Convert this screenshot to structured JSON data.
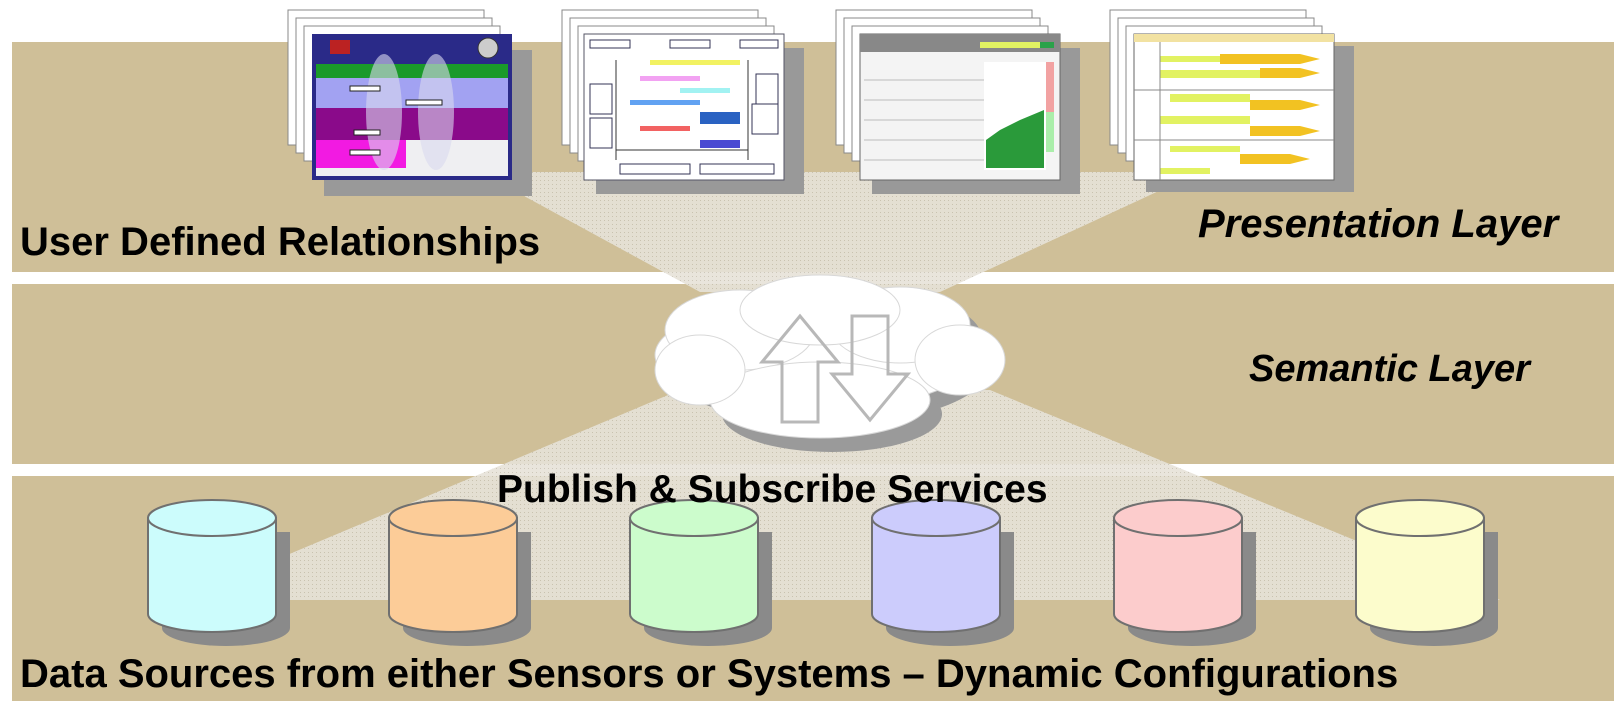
{
  "labels": {
    "user_defined": "User Defined Relationships",
    "presentation": "Presentation Layer",
    "semantic": "Semantic Layer",
    "pubsub": "Publish & Subscribe Services",
    "data_sources": "Data Sources from either Sensors or Systems – Dynamic Configurations"
  },
  "layers": [
    {
      "name": "Presentation Layer",
      "color": "#cfbf98"
    },
    {
      "name": "Semantic Layer",
      "color": "#cfbf98"
    },
    {
      "name": "Data Sources",
      "color": "#cfbf98"
    }
  ],
  "presentation_docs": [
    {
      "icon": "briefing-slide-thumbnail"
    },
    {
      "icon": "flow-diagram-thumbnail"
    },
    {
      "icon": "status-table-thumbnail"
    },
    {
      "icon": "schedule-chart-thumbnail"
    }
  ],
  "data_sources": [
    {
      "color": "#ccfcfc"
    },
    {
      "color": "#fccc98"
    },
    {
      "color": "#ccfccc"
    },
    {
      "color": "#ccccfc"
    },
    {
      "color": "#fccccc"
    },
    {
      "color": "#fcfccc"
    }
  ],
  "cloud": {
    "icon": "publish-subscribe-arrows-icon"
  }
}
